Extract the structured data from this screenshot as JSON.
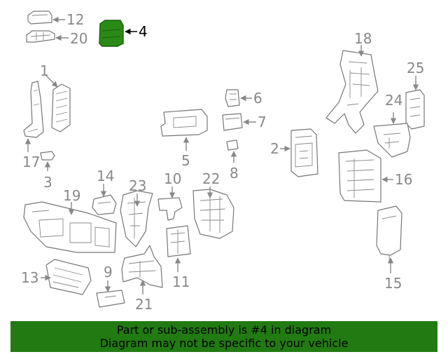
{
  "diagram": {
    "highlighted_part": "4",
    "highlight_color": "#2a8a16",
    "labels": [
      "1",
      "2",
      "3",
      "4",
      "5",
      "6",
      "7",
      "8",
      "9",
      "10",
      "11",
      "12",
      "13",
      "14",
      "15",
      "16",
      "17",
      "18",
      "19",
      "20",
      "21",
      "22",
      "23",
      "24",
      "25"
    ]
  },
  "banner": {
    "line1": "Part or sub-assembly is #4 in diagram",
    "line2": "Diagram may not be specific to your vehicle",
    "background": "#217a12"
  }
}
